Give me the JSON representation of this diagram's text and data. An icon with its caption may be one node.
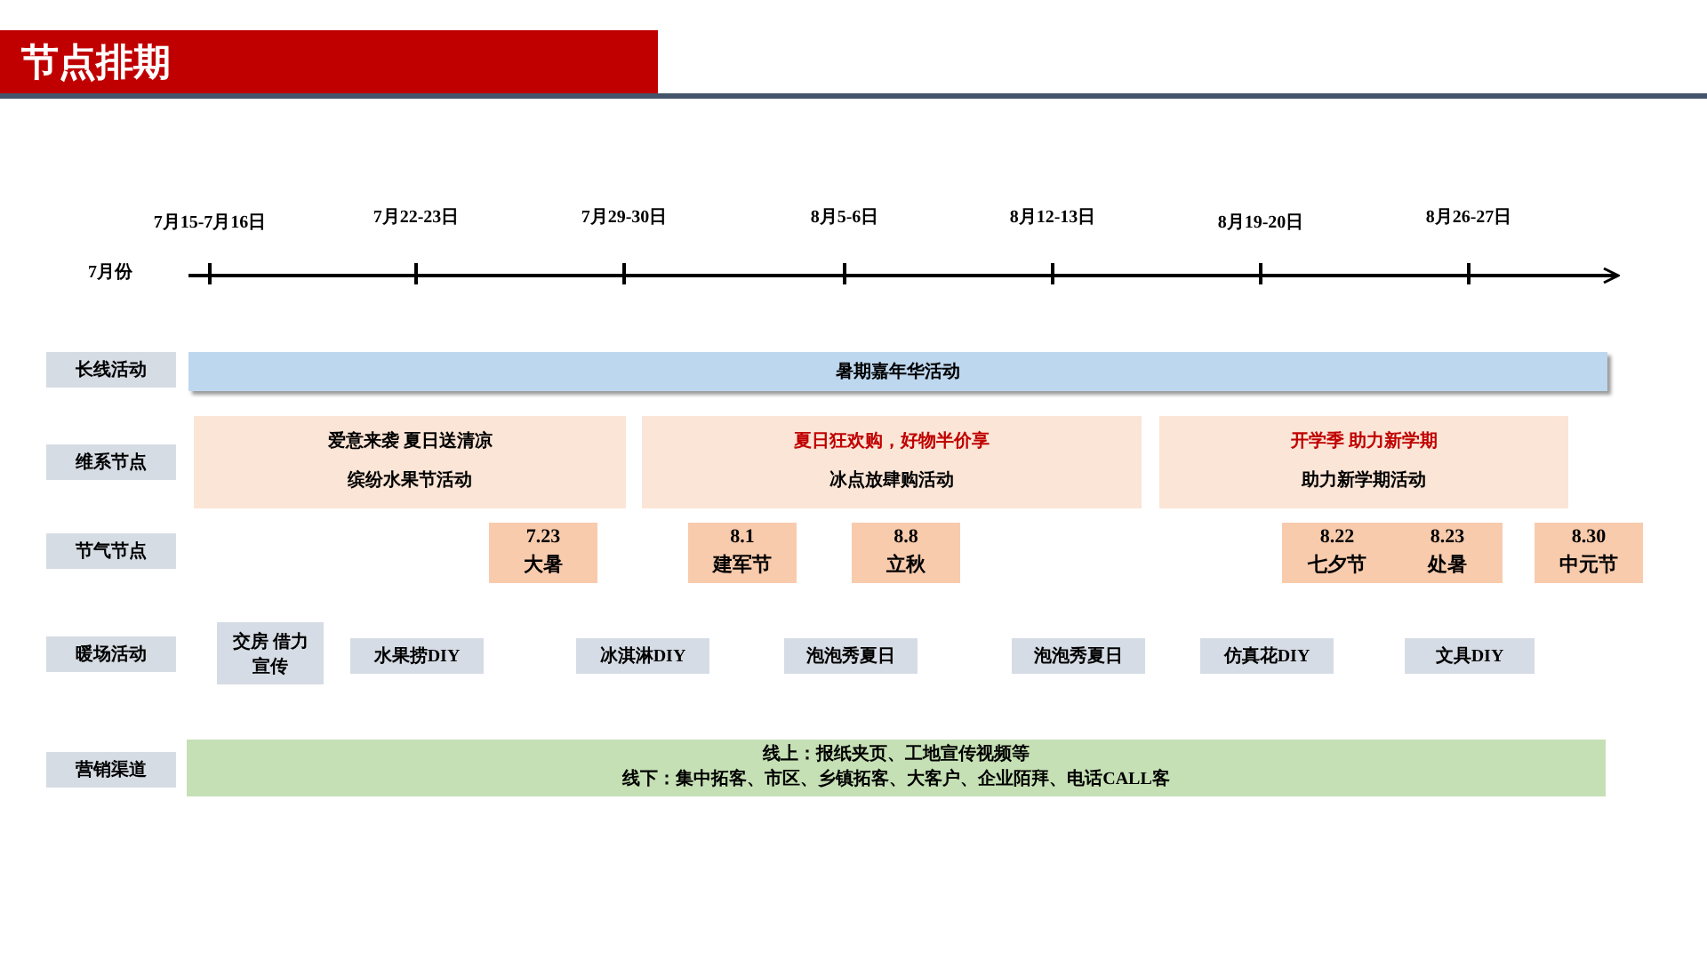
{
  "diagram": {
    "title": "节点排期",
    "nodes": [
      {
        "text": [
          "长线活动"
        ]
      },
      {
        "text": [
          "暑期嘉年华活动"
        ]
      },
      {
        "text": [
          "维系节点"
        ]
      },
      {
        "text": [
          "爱意来袭 夏日送清凉",
          "缤纷水果节活动"
        ]
      },
      {
        "text": [
          "夏日狂欢购，好物半价享",
          "冰点放肆购活动"
        ]
      },
      {
        "text": [
          "开学季 助力新学期",
          "助力新学期活动"
        ]
      },
      {
        "text": [
          "节气节点"
        ]
      },
      {
        "text": [
          "7.23",
          "大暑"
        ]
      },
      {
        "text": [
          "8.1",
          "建军节"
        ]
      },
      {
        "text": [
          "8.8",
          "立秋"
        ]
      },
      {
        "text": [
          "8.22",
          "七夕节"
        ]
      },
      {
        "text": [
          "8.23",
          "处暑"
        ]
      },
      {
        "text": [
          "8.30",
          "中元节"
        ]
      },
      {
        "text": [
          "暖场活动"
        ]
      },
      {
        "text": [
          "交房 借力宣传"
        ]
      },
      {
        "text": [
          "水果捞DIY"
        ]
      },
      {
        "text": [
          "冰淇淋DIY"
        ]
      },
      {
        "text": [
          "泡泡秀夏日"
        ]
      },
      {
        "text": [
          "泡泡秀夏日"
        ]
      },
      {
        "text": [
          "仿真花DIY"
        ]
      },
      {
        "text": [
          "文具DIY"
        ]
      },
      {
        "text": [
          "营销渠道"
        ]
      },
      {
        "text": [
          "线上：报纸夹页、工地宣传视频等",
          "线下：集中拓客、市区、乡镇拓客、大客户、企业陌拜、电话CALL客"
        ]
      }
    ],
    "labels": [
      "7月15-7月16日",
      "7月22-23日",
      "7月29-30日",
      "8月5-6日",
      "8月12-13日",
      "8月19-20日",
      "8月26-27日",
      "7月份"
    ]
  }
}
